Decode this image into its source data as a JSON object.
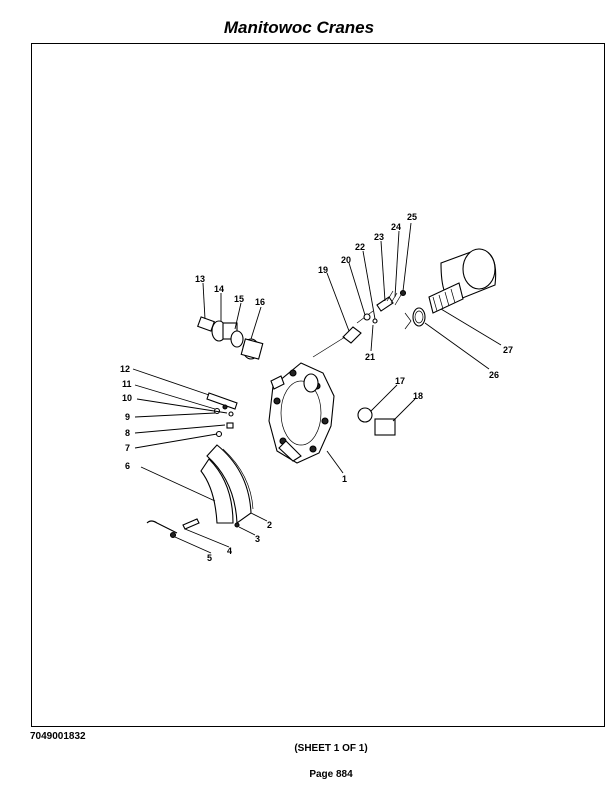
{
  "header": {
    "title": "Manitowoc Cranes"
  },
  "footer": {
    "doc_number": "7049001832",
    "sheet": "(SHEET 1 OF 1)",
    "page": "Page 884"
  },
  "callouts": {
    "c1": "1",
    "c2": "2",
    "c3": "3",
    "c4": "4",
    "c5": "5",
    "c6": "6",
    "c7": "7",
    "c8": "8",
    "c9": "9",
    "c10": "10",
    "c11": "11",
    "c12": "12",
    "c13": "13",
    "c14": "14",
    "c15": "15",
    "c16": "16",
    "c17": "17",
    "c18": "18",
    "c19": "19",
    "c20": "20",
    "c21": "21",
    "c22": "22",
    "c23": "23",
    "c24": "24",
    "c25": "25",
    "c26": "26",
    "c27": "27"
  }
}
